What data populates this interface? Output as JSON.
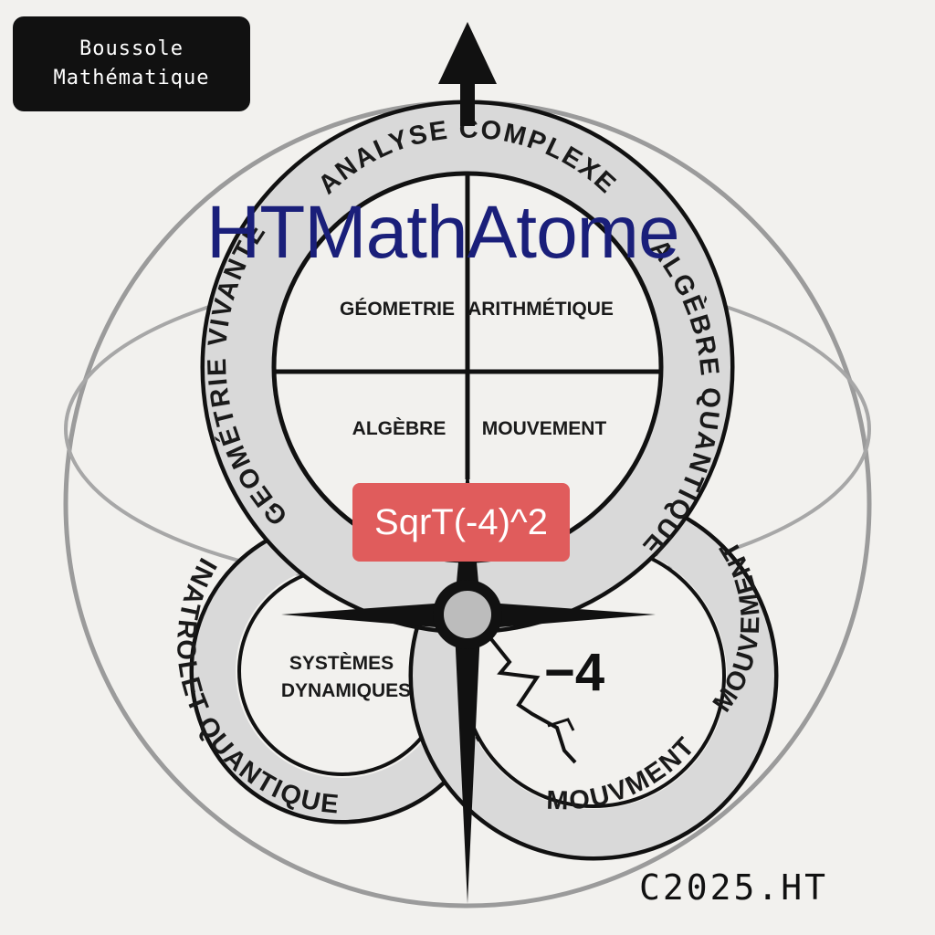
{
  "badge": {
    "line1": "Boussole",
    "line2": "Mathématique"
  },
  "brand": "HTMathAtome",
  "outer_ring_labels": {
    "top": "ANALYSE COMPLEXE",
    "right": "ALGÈBRE QUANTIQUE",
    "left": "GEOMÉTRIE VIVANTE"
  },
  "quadrants": {
    "top_left": "GÉOMETRIE",
    "top_right": "ARITHMÉTIQUE",
    "bottom_left": "ALGÈBRE",
    "bottom_right": "MOUVEMENT"
  },
  "lower_left": {
    "ring_label": "INATROLET QUANTIQUE",
    "inner_line1": "SYSTÈMES",
    "inner_line2": "DYNAMIQUES"
  },
  "lower_right": {
    "ring_label_side": "MOUVEMENT",
    "ring_label_bottom": "MOUVMENT",
    "value": "−4"
  },
  "formula": "SqrT(-4)^2",
  "copyright": "C2025.HT",
  "colors": {
    "band": "#d9d9d9",
    "ink": "#111111",
    "formula_bg": "#e05c5c",
    "brand_text": "#1a1f7a",
    "background": "#f2f1ee"
  },
  "icons": [
    "north-arrow-icon",
    "compass-needle-icon",
    "lightning-crack-icon"
  ]
}
